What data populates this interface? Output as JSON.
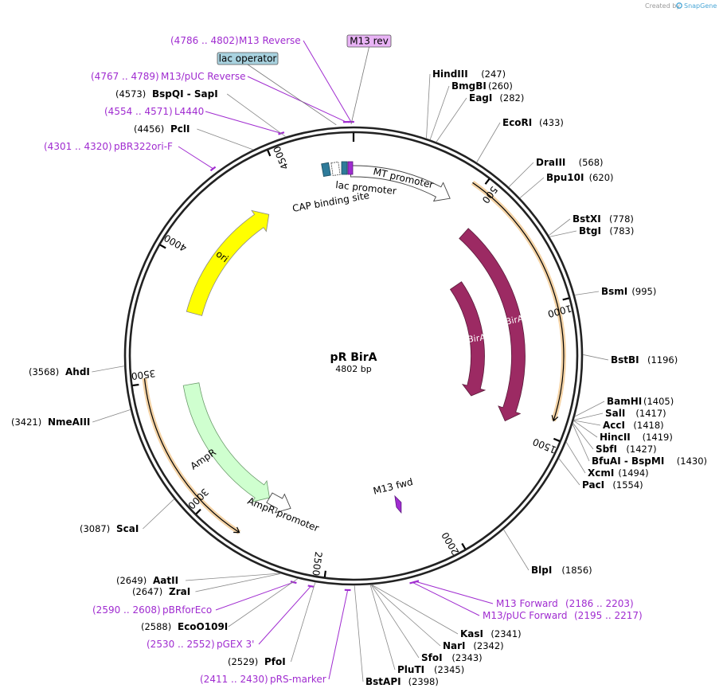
{
  "credit": {
    "prefix": "Created by",
    "brand": "SnapGene"
  },
  "plasmid": {
    "name": "pR BirA",
    "size_label": "4802 bp",
    "length": 4802
  },
  "colors": {
    "birA": "#9c2a63",
    "ori": "#ffff00",
    "ampR": "#cfffcf",
    "primer": "#a02cd0",
    "orf_highlight": "#f0c080",
    "cap": "#2e7b9a",
    "lacop_box": "#a9d3e0",
    "m13rev_box": "#e8b3f5"
  },
  "ticks": [
    {
      "pos": 500,
      "label": "500"
    },
    {
      "pos": 1000,
      "label": "1000"
    },
    {
      "pos": 1500,
      "label": "1500"
    },
    {
      "pos": 2000,
      "label": "2000"
    },
    {
      "pos": 2500,
      "label": "2500"
    },
    {
      "pos": 3000,
      "label": "3000"
    },
    {
      "pos": 3500,
      "label": "3500"
    },
    {
      "pos": 4000,
      "label": "4000"
    },
    {
      "pos": 4500,
      "label": "4500"
    }
  ],
  "features": [
    {
      "name": "BirA",
      "start": 560,
      "end": 1510,
      "lane": 1,
      "direction": "cw",
      "style": "birA"
    },
    {
      "name": "BirA",
      "start": 740,
      "end": 1450,
      "lane": 2,
      "direction": "cw",
      "style": "birA"
    },
    {
      "name": "ori",
      "start": 3800,
      "end": 4390,
      "lane": 1,
      "direction": "cw",
      "style": "ori"
    },
    {
      "name": "AmpR",
      "start": 2810,
      "end": 3470,
      "lane": 1,
      "direction": "ccw",
      "style": "ampR"
    },
    {
      "name": "MT promoter",
      "start": 4790,
      "end": 420,
      "lane": 0,
      "direction": "cw",
      "style": "promoter"
    },
    {
      "name": "lac promoter",
      "start": 4690,
      "end": 4720,
      "lane": 0,
      "direction": "cw",
      "style": "small"
    },
    {
      "name": "CAP binding site",
      "start": 4660,
      "end": 4680,
      "lane": 0,
      "direction": "none",
      "style": "cap"
    },
    {
      "name": "AmpR promoter",
      "start": 2700,
      "end": 2810,
      "lane": 1,
      "direction": "ccw",
      "style": "promoter"
    },
    {
      "name": "M13 fwd",
      "start": 2170,
      "end": 2190,
      "lane": 2,
      "direction": "cw",
      "style": "primer-small"
    }
  ],
  "orfs": [
    {
      "start": 460,
      "end": 1440,
      "direction": "cw"
    },
    {
      "start": 2840,
      "end": 3520,
      "direction": "ccw"
    }
  ],
  "primers": [
    {
      "label": "M13 Reverse",
      "range": "(4786 .. 4802)",
      "pos": 4794
    },
    {
      "label": "M13/pUC Reverse",
      "range": "(4767 .. 4789)",
      "pos": 4778
    },
    {
      "label": "L4440",
      "range": "(4554 .. 4571)",
      "pos": 4562
    },
    {
      "label": "pBR322ori-F",
      "range": "(4301 .. 4320)",
      "pos": 4310
    },
    {
      "label": "M13 Forward",
      "range": "(2186 .. 2203)",
      "pos": 2195
    },
    {
      "label": "M13/pUC Forward",
      "range": "(2195 .. 2217)",
      "pos": 2206
    },
    {
      "label": "pBRforEco",
      "range": "(2590 .. 2608)",
      "pos": 2599
    },
    {
      "label": "pGEX 3'",
      "range": "(2530 .. 2552)",
      "pos": 2541
    },
    {
      "label": "pRS-marker",
      "range": "(2411 .. 2430)",
      "pos": 2420
    }
  ],
  "boxes": [
    {
      "label": "lac operator",
      "pos": 4745,
      "style": "lacop"
    },
    {
      "label": "M13 rev",
      "pos": 4794,
      "style": "m13rev"
    }
  ],
  "enzymes": [
    {
      "name": "HindIII",
      "position": "(247)",
      "pos": 247
    },
    {
      "name": "BmgBI",
      "position": "(260)",
      "pos": 260
    },
    {
      "name": "EagI",
      "position": "(282)",
      "pos": 282
    },
    {
      "name": "EcoRI",
      "position": "(433)",
      "pos": 433
    },
    {
      "name": "DraIII",
      "position": "(568)",
      "pos": 568
    },
    {
      "name": "Bpu10I",
      "position": "(620)",
      "pos": 620
    },
    {
      "name": "BstXI",
      "position": "(778)",
      "pos": 778
    },
    {
      "name": "BtgI",
      "position": "(783)",
      "pos": 783
    },
    {
      "name": "BsmI",
      "position": "(995)",
      "pos": 995
    },
    {
      "name": "BstBI",
      "position": "(1196)",
      "pos": 1196
    },
    {
      "name": "BamHI",
      "position": "(1405)",
      "pos": 1405
    },
    {
      "name": "SalI",
      "position": "(1417)",
      "pos": 1417
    },
    {
      "name": "AccI",
      "position": "(1418)",
      "pos": 1418
    },
    {
      "name": "HincII",
      "position": "(1419)",
      "pos": 1419
    },
    {
      "name": "SbfI",
      "position": "(1427)",
      "pos": 1427
    },
    {
      "name": "BfuAI - BspMI",
      "position": "(1430)",
      "pos": 1430
    },
    {
      "name": "XcmI",
      "position": "(1494)",
      "pos": 1494
    },
    {
      "name": "PacI",
      "position": "(1554)",
      "pos": 1554
    },
    {
      "name": "BlpI",
      "position": "(1856)",
      "pos": 1856
    },
    {
      "name": "KasI",
      "position": "(2341)",
      "pos": 2341
    },
    {
      "name": "NarI",
      "position": "(2342)",
      "pos": 2342
    },
    {
      "name": "SfoI",
      "position": "(2343)",
      "pos": 2343
    },
    {
      "name": "PluTI",
      "position": "(2345)",
      "pos": 2345
    },
    {
      "name": "BstAPI",
      "position": "(2398)",
      "pos": 2398
    },
    {
      "name": "PfoI",
      "position": "(2529)",
      "pos": 2529
    },
    {
      "name": "EcoO109I",
      "position": "(2588)",
      "pos": 2588
    },
    {
      "name": "ZraI",
      "position": "(2647)",
      "pos": 2647
    },
    {
      "name": "AatII",
      "position": "(2649)",
      "pos": 2649
    },
    {
      "name": "ScaI",
      "position": "(3087)",
      "pos": 3087
    },
    {
      "name": "NmeAIII",
      "position": "(3421)",
      "pos": 3421
    },
    {
      "name": "AhdI",
      "position": "(3568)",
      "pos": 3568
    },
    {
      "name": "PclI",
      "position": "(4456)",
      "pos": 4456
    },
    {
      "name": "BspQI - SapI",
      "position": "(4573)",
      "pos": 4573
    }
  ]
}
